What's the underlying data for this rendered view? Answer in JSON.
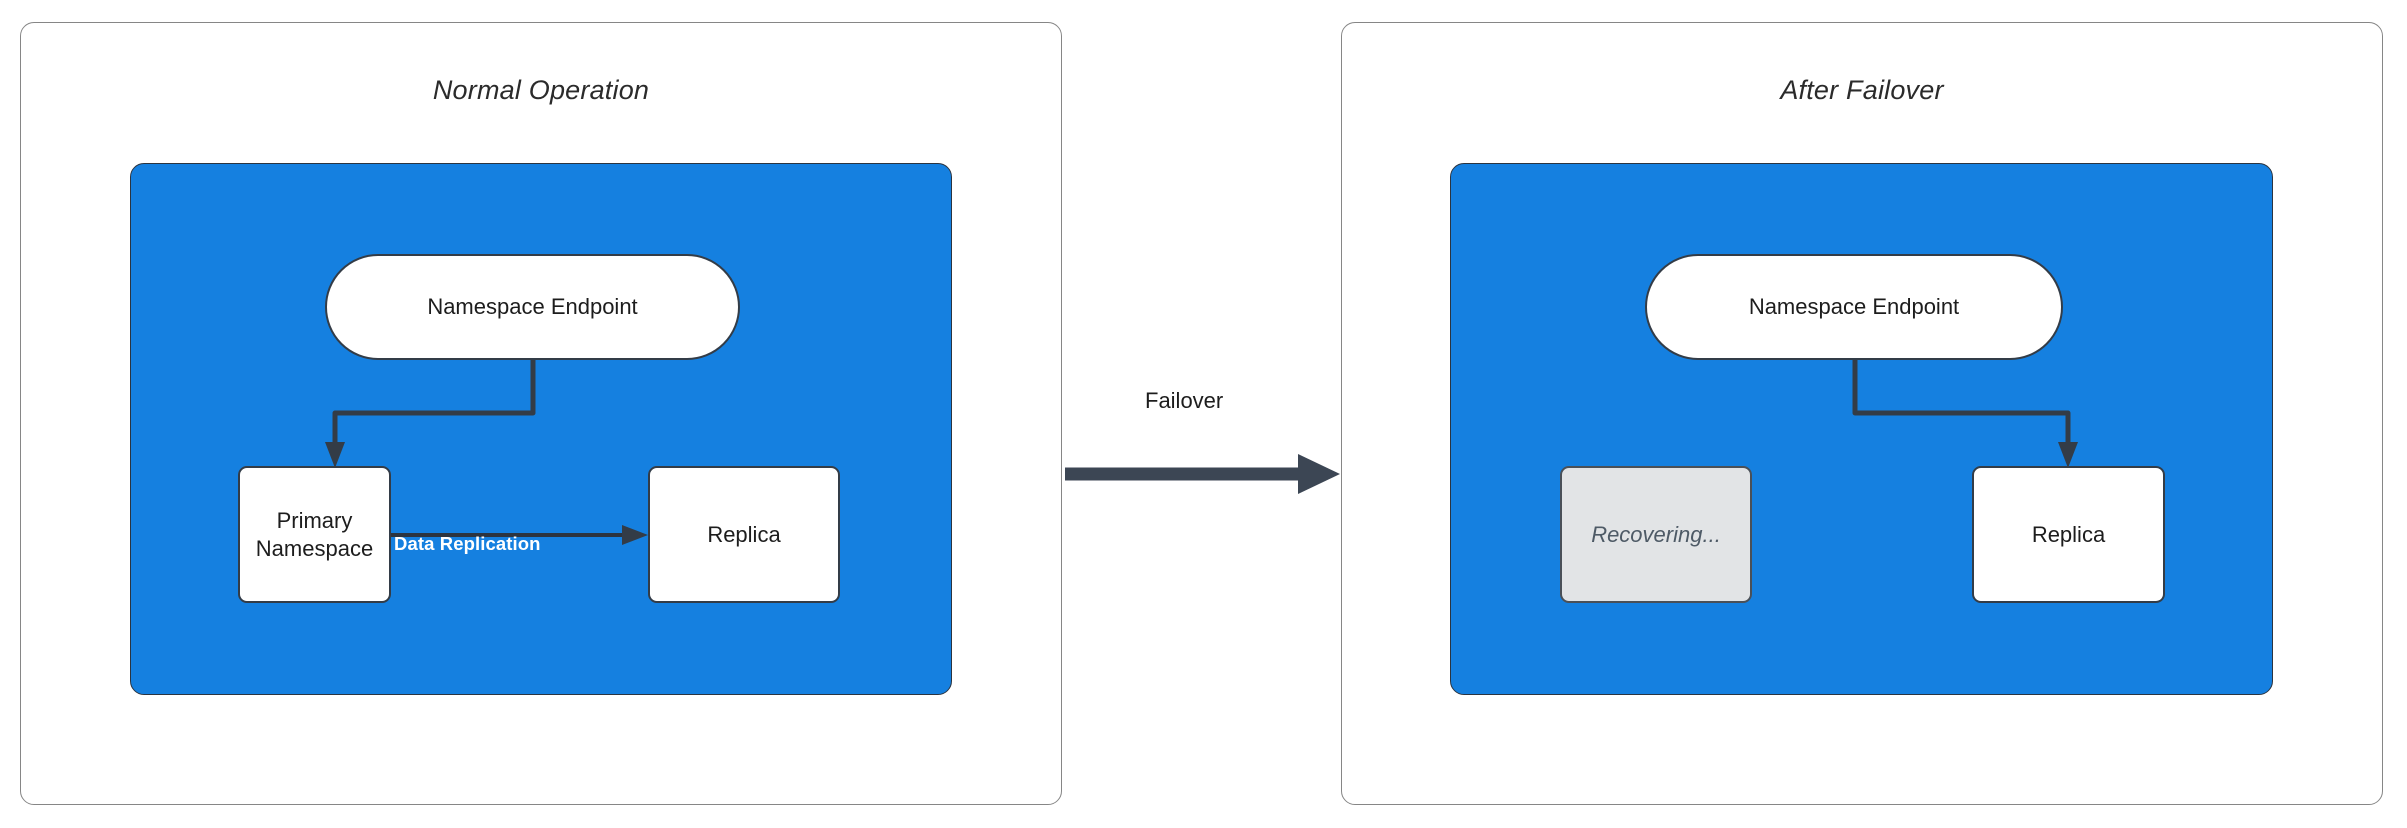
{
  "diagram": {
    "title_semantic": "namespace-failover-diagram",
    "colors": {
      "region_blue": "#1580e0",
      "node_stroke": "#333c47",
      "node_fill": "#ffffff",
      "disabled_fill": "#e2e4e6",
      "disabled_text": "#4e5a66",
      "panel_border": "#868686",
      "arrow": "#3c4654",
      "replication_label": "#ffffff"
    },
    "panels": [
      {
        "id": "normal-operation",
        "title": "Normal Operation",
        "nodes": [
          {
            "id": "namespace-endpoint",
            "label": "Namespace Endpoint",
            "shape": "pill",
            "state": "active"
          },
          {
            "id": "primary-namespace",
            "label": "Primary\nNamespace",
            "line1": "Primary",
            "line2": "Namespace",
            "shape": "box",
            "state": "active"
          },
          {
            "id": "replica",
            "label": "Replica",
            "shape": "box",
            "state": "active"
          }
        ],
        "edges": [
          {
            "from": "namespace-endpoint",
            "to": "primary-namespace",
            "label": ""
          },
          {
            "from": "primary-namespace",
            "to": "replica",
            "label": "Data Replication"
          }
        ]
      },
      {
        "id": "after-failover",
        "title": "After Failover",
        "nodes": [
          {
            "id": "namespace-endpoint",
            "label": "Namespace Endpoint",
            "shape": "pill",
            "state": "active"
          },
          {
            "id": "recovering",
            "label": "Recovering...",
            "shape": "box",
            "state": "disabled"
          },
          {
            "id": "replica",
            "label": "Replica",
            "shape": "box",
            "state": "active"
          }
        ],
        "edges": [
          {
            "from": "namespace-endpoint",
            "to": "replica",
            "label": ""
          }
        ]
      }
    ],
    "transition": {
      "label": "Failover",
      "from_panel": "normal-operation",
      "to_panel": "after-failover"
    }
  }
}
